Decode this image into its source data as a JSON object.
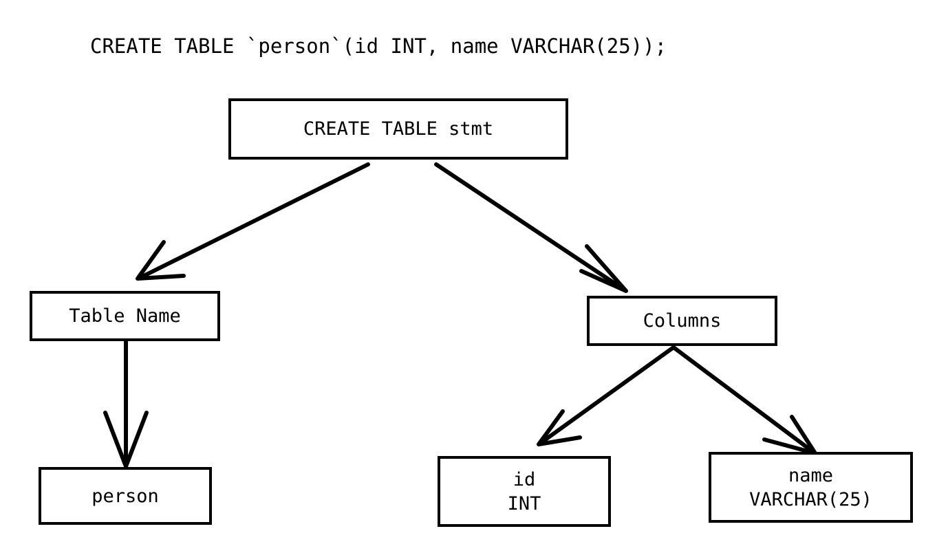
{
  "diagram": {
    "title": "CREATE TABLE `person`(id INT, name VARCHAR(25));",
    "stroke_color": "#000000",
    "background_color": "#ffffff",
    "node_fill": "#ffffff",
    "nodes": [
      {
        "id": "root",
        "label": "CREATE TABLE stmt",
        "lines": [
          "CREATE TABLE stmt"
        ]
      },
      {
        "id": "tablename",
        "label": "Table Name",
        "lines": [
          "Table Name"
        ]
      },
      {
        "id": "columns",
        "label": "Columns",
        "lines": [
          "Columns"
        ]
      },
      {
        "id": "person",
        "label": "person",
        "lines": [
          "person"
        ]
      },
      {
        "id": "id",
        "label": "id INT",
        "lines": [
          "id",
          "INT"
        ]
      },
      {
        "id": "name",
        "label": "name VARCHAR(25)",
        "lines": [
          "name",
          "VARCHAR(25)"
        ]
      }
    ],
    "edges": [
      {
        "id": "root-to-tablename",
        "from": "root",
        "to": "tablename",
        "arrow": "open"
      },
      {
        "id": "root-to-columns",
        "from": "root",
        "to": "columns",
        "arrow": "open"
      },
      {
        "id": "tablename-to-person",
        "from": "tablename",
        "to": "person",
        "arrow": "open"
      },
      {
        "id": "columns-to-id",
        "from": "columns",
        "to": "id",
        "arrow": "open"
      },
      {
        "id": "columns-to-name",
        "from": "columns",
        "to": "name",
        "arrow": "open"
      }
    ]
  }
}
